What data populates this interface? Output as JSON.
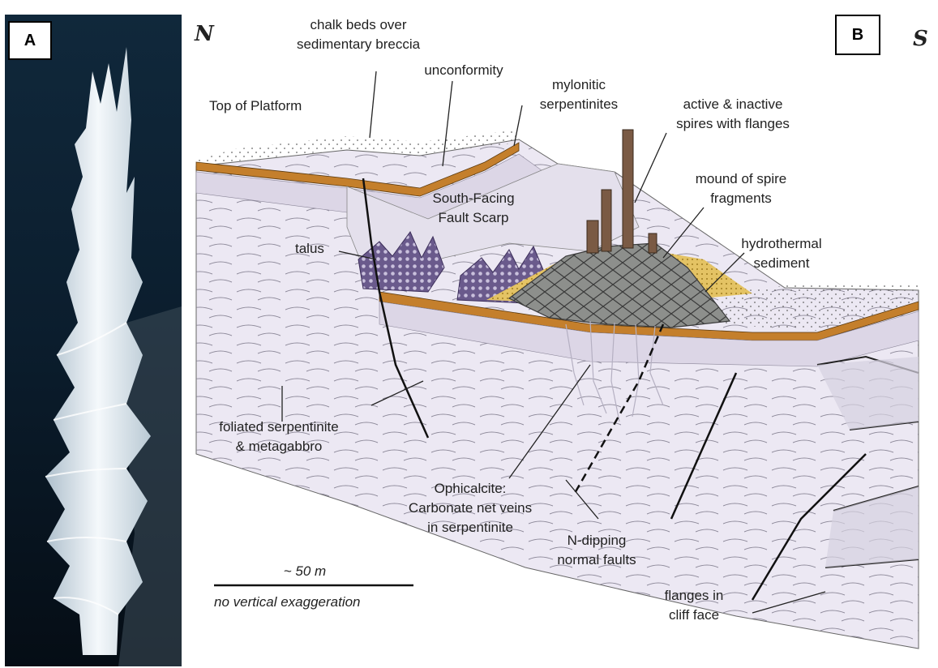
{
  "panels": {
    "a": "A",
    "b": "B"
  },
  "compass": {
    "north": "N",
    "south": "S"
  },
  "labels": {
    "chalk": [
      "chalk beds over",
      "sedimentary breccia"
    ],
    "unconformity": [
      "unconformity"
    ],
    "top_platform": [
      "Top of Platform"
    ],
    "mylonitic": [
      "mylonitic",
      "serpentinites"
    ],
    "spires": [
      "active & inactive",
      "spires with flanges"
    ],
    "mound": [
      "mound of spire",
      "fragments"
    ],
    "hydrothermal": [
      "hydrothermal",
      "sediment"
    ],
    "south_facing": [
      "South-Facing",
      "Fault Scarp"
    ],
    "talus": [
      "talus"
    ],
    "foliated": [
      "foliated serpentinite",
      "& metagabbro"
    ],
    "ophicalcite": [
      "Ophicalcite:",
      "Carbonate net veins",
      "in serpentinite"
    ],
    "ndipping": [
      "N-dipping",
      "normal faults"
    ],
    "flanges": [
      "flanges in",
      "cliff face"
    ]
  },
  "scale": {
    "distance": "~ 50 m",
    "note": "no vertical exaggeration"
  },
  "colors": {
    "rock": "#ece8f3",
    "brown_bed": "#c47f2c",
    "talus": "#6a5a8c",
    "mound": "#8d8f8c",
    "sediment": "#e4c364",
    "spire": "#7a5a44",
    "photo_bg": "#0d2236",
    "chimney": "#e7eef4"
  }
}
